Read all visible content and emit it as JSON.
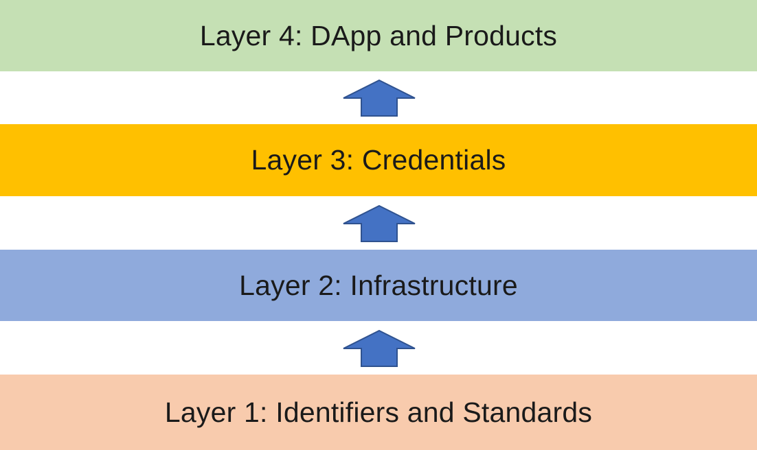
{
  "layers": [
    {
      "label": "Layer 4: DApp and Products",
      "color": "#c5e0b4"
    },
    {
      "label": "Layer 3: Credentials",
      "color": "#ffc000"
    },
    {
      "label": "Layer 2: Infrastructure",
      "color": "#8faadc"
    },
    {
      "label": "Layer 1: Identifiers and Standards",
      "color": "#f8cbad"
    }
  ],
  "arrow": {
    "icon": "up-arrow-icon",
    "color": "#4472c4",
    "stroke": "#2f528f"
  }
}
